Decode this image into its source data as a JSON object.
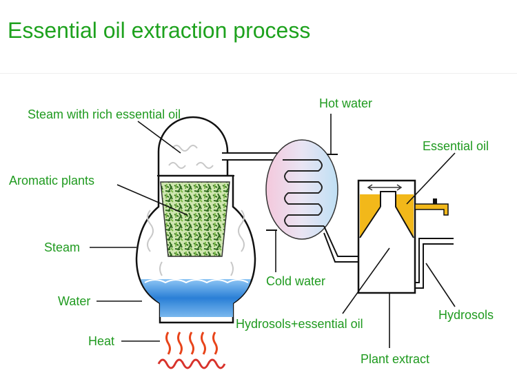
{
  "title": "Essential oil extraction process",
  "labels": {
    "steam_rich_oil": "Steam with rich essential oil",
    "aromatic_plants": "Aromatic plants",
    "steam": "Steam",
    "water": "Water",
    "heat": "Heat",
    "hot_water": "Hot water",
    "cold_water": "Cold water",
    "essential_oil": "Essential oil",
    "hydrosols_oil": "Hydrosols+essential oil",
    "hydrosols": "Hydrosols",
    "plant_extract": "Plant extract"
  },
  "colors": {
    "label_text": "#1f9a1f",
    "water": "#2a7fd6",
    "oil": "#f2b81a",
    "heat": "#e8441a",
    "plants": "#4c8a2a"
  }
}
